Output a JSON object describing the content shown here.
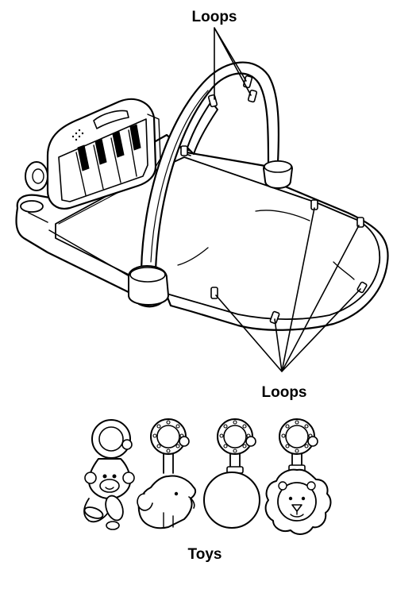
{
  "labels": {
    "loops_top": "Loops",
    "loops_bottom": "Loops",
    "toys": "Toys"
  },
  "parts": {
    "mat": "play-mat",
    "piano": "piano-panel",
    "arch": "toy-arch",
    "toys": [
      "monkey-toy",
      "elephant-toy",
      "mirror-toy",
      "lion-toy"
    ]
  },
  "colors": {
    "line": "#000000",
    "background": "#ffffff"
  }
}
